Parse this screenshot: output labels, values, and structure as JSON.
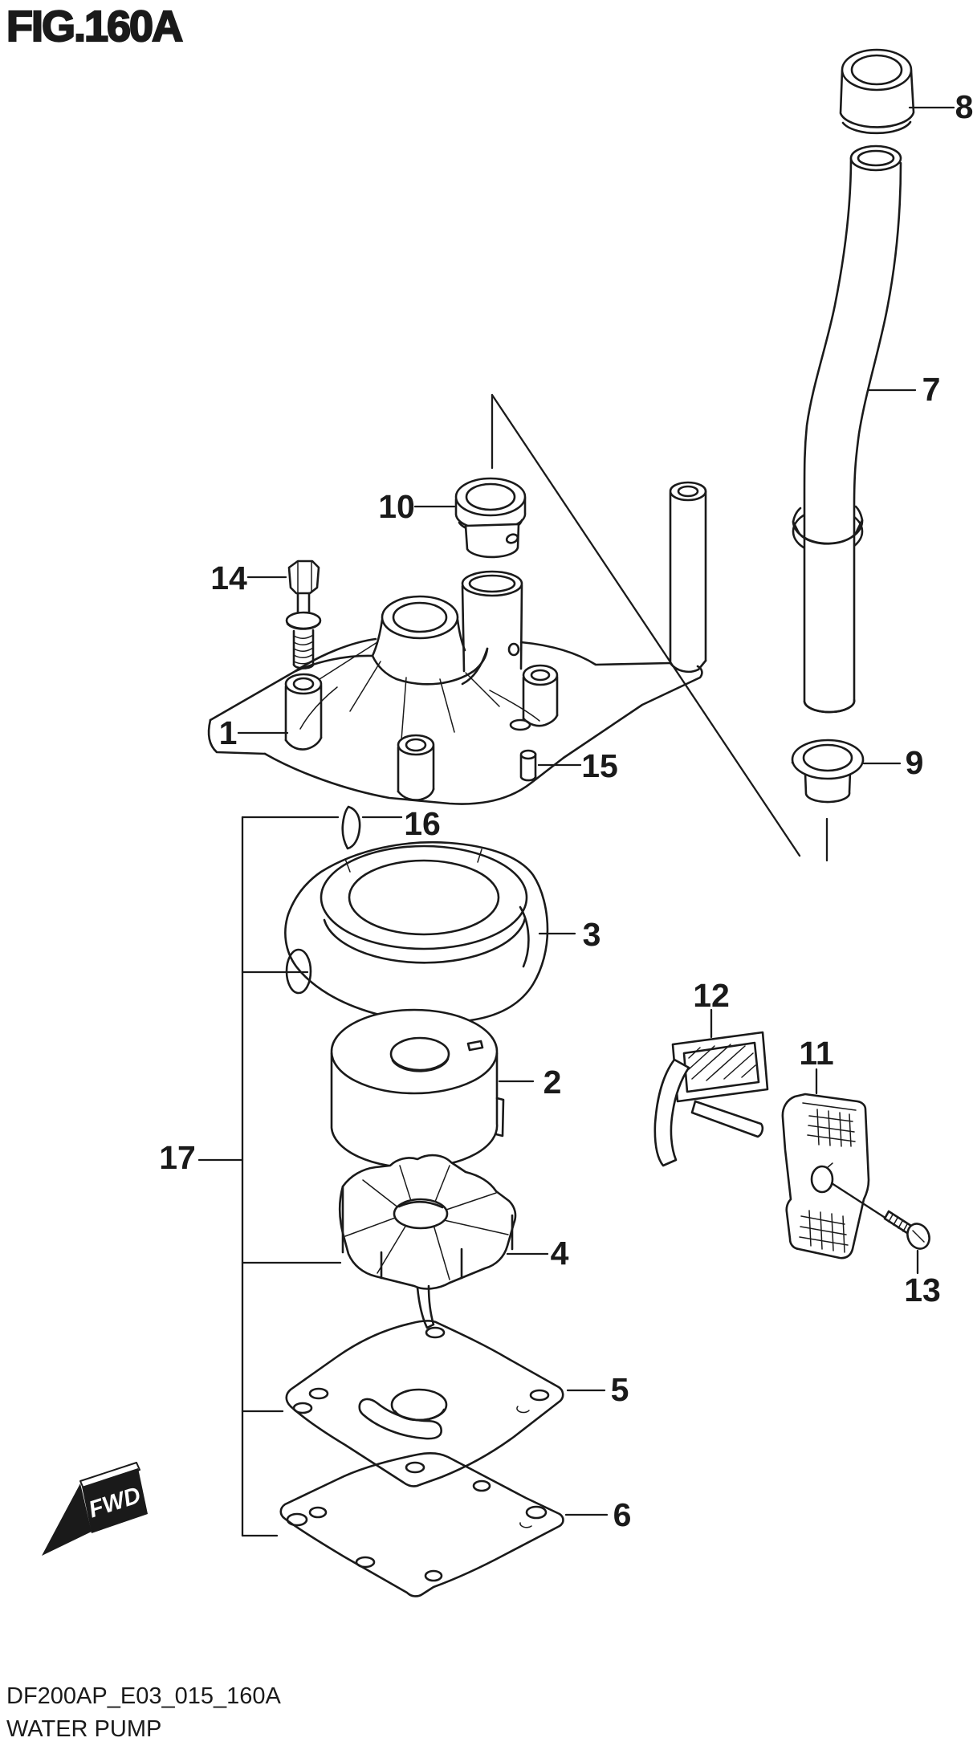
{
  "figure": {
    "title": "FIG.160A"
  },
  "footer": {
    "code": "DF200AP_E03_015_160A",
    "title": "WATER PUMP"
  },
  "fwd_badge": {
    "label": "FWD"
  },
  "colors": {
    "line": "#1a1a1a",
    "background": "#ffffff"
  },
  "part_labels": {
    "p1": "1",
    "p2": "2",
    "p3": "3",
    "p4": "4",
    "p5": "5",
    "p6": "6",
    "p7": "7",
    "p8": "8",
    "p9": "9",
    "p10": "10",
    "p11": "11",
    "p12": "12",
    "p13": "13",
    "p14": "14",
    "p15": "15",
    "p16": "16",
    "p17": "17"
  }
}
